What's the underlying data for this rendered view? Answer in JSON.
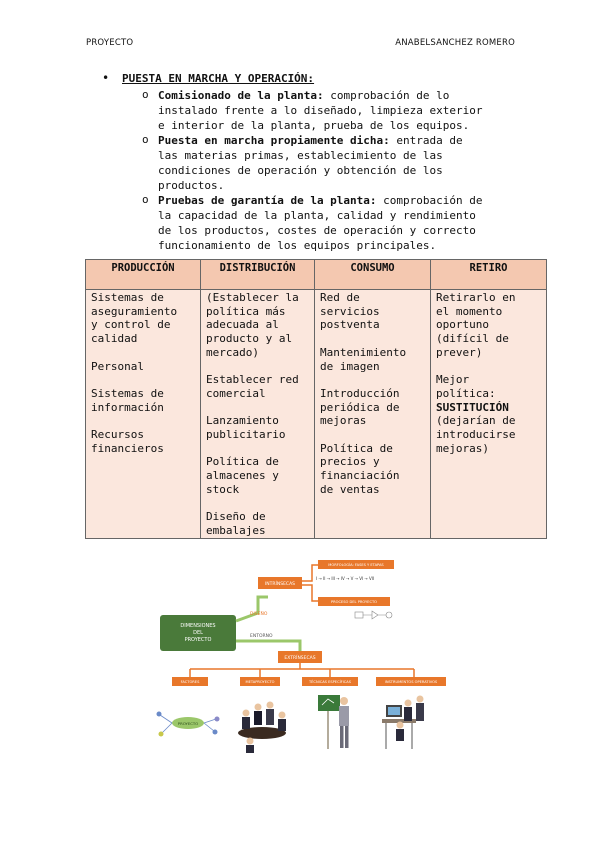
{
  "header": {
    "left": "PROYECTO",
    "right": "ANABELSANCHEZ ROMERO"
  },
  "section": {
    "bullet": "•",
    "title": "PUESTA EN MARCHA Y OPERACIÓN:",
    "items": [
      {
        "mark": "o",
        "bold": "Comisionado de la planta:",
        "lines": [
          "Comisionado de la planta: comprobación de lo",
          "instalado frente a lo diseñado, limpieza exterior",
          "e interior de la planta, prueba de los equipos."
        ],
        "rest1": " comprobación de lo",
        "rest": [
          "instalado frente a lo diseñado, limpieza exterior",
          "e interior de la planta, prueba de los equipos."
        ]
      },
      {
        "mark": "o",
        "bold": "Puesta en marcha propiamente dicha:",
        "rest1": " entrada de",
        "rest": [
          "las materias primas, establecimiento de las",
          "condiciones de operación y obtención de los",
          "productos."
        ]
      },
      {
        "mark": "o",
        "bold": "Pruebas de garantía de la planta:",
        "rest1": " comprobación de",
        "rest": [
          "la capacidad de la planta, calidad y rendimiento",
          "de los productos, costes de operación y correcto",
          "funcionamiento de los equipos principales."
        ]
      }
    ]
  },
  "table": {
    "headers": [
      "PRODUCCIÓN",
      "DISTRIBUCIÓN",
      "CONSUMO",
      "RETIRO"
    ],
    "col1": [
      [
        "Sistemas de",
        "aseguramiento",
        "y control de",
        "calidad"
      ],
      [
        "Personal"
      ],
      [
        "Sistemas de",
        "información"
      ],
      [
        "Recursos",
        "financieros"
      ]
    ],
    "col2": [
      [
        "(Establecer la",
        "política más",
        "adecuada al",
        "producto y al",
        "mercado)"
      ],
      [
        "Establecer red",
        "comercial"
      ],
      [
        "Lanzamiento",
        "publicitario"
      ],
      [
        "Política de",
        "almacenes y",
        "stock"
      ],
      [
        "Diseño de",
        "embalajes"
      ]
    ],
    "col3": [
      [
        "Red de",
        "servicios",
        "postventa"
      ],
      [
        "Mantenimiento",
        "de imagen"
      ],
      [
        "Introducción",
        "periódica de",
        "mejoras"
      ],
      [
        "Política de",
        "precios y",
        "financiación",
        "de ventas"
      ]
    ],
    "col4_a": [
      "Retirarlo en",
      "el momento",
      "oportuno",
      "(difícil de",
      "prever)"
    ],
    "col4_b": [
      "Mejor",
      "política:"
    ],
    "col4_bold": "SUSTITUCIÓN",
    "col4_c": [
      "(dejarían de",
      "introducirse",
      "mejoras)"
    ]
  },
  "diagram": {
    "main_box": [
      "DIMENSIONES",
      "DEL",
      "PROYECTO"
    ],
    "intrinsecas": "INTRÍNSECAS",
    "extrinsecas": "EXTRÍNSECAS",
    "diseno": "DISEÑO",
    "entorno": "ENTORNO",
    "top_box1": "MORFOLOGÍA: FASES Y ETAPAS",
    "top_box2": "PROCESO DEL PROYECTO",
    "phases": "I → II → III → IV → V → VI → VII",
    "bottom": [
      "FACTORES",
      "METAPROYECTO",
      "TÉCNICAS ESPECÍFICAS",
      "INSTRUMENTOS OPERATIVOS"
    ],
    "proyecto": "PROYECTO",
    "colors": {
      "orange": "#e8772a",
      "green": "#9bc76a",
      "darkgreen": "#4a7a3a"
    }
  }
}
